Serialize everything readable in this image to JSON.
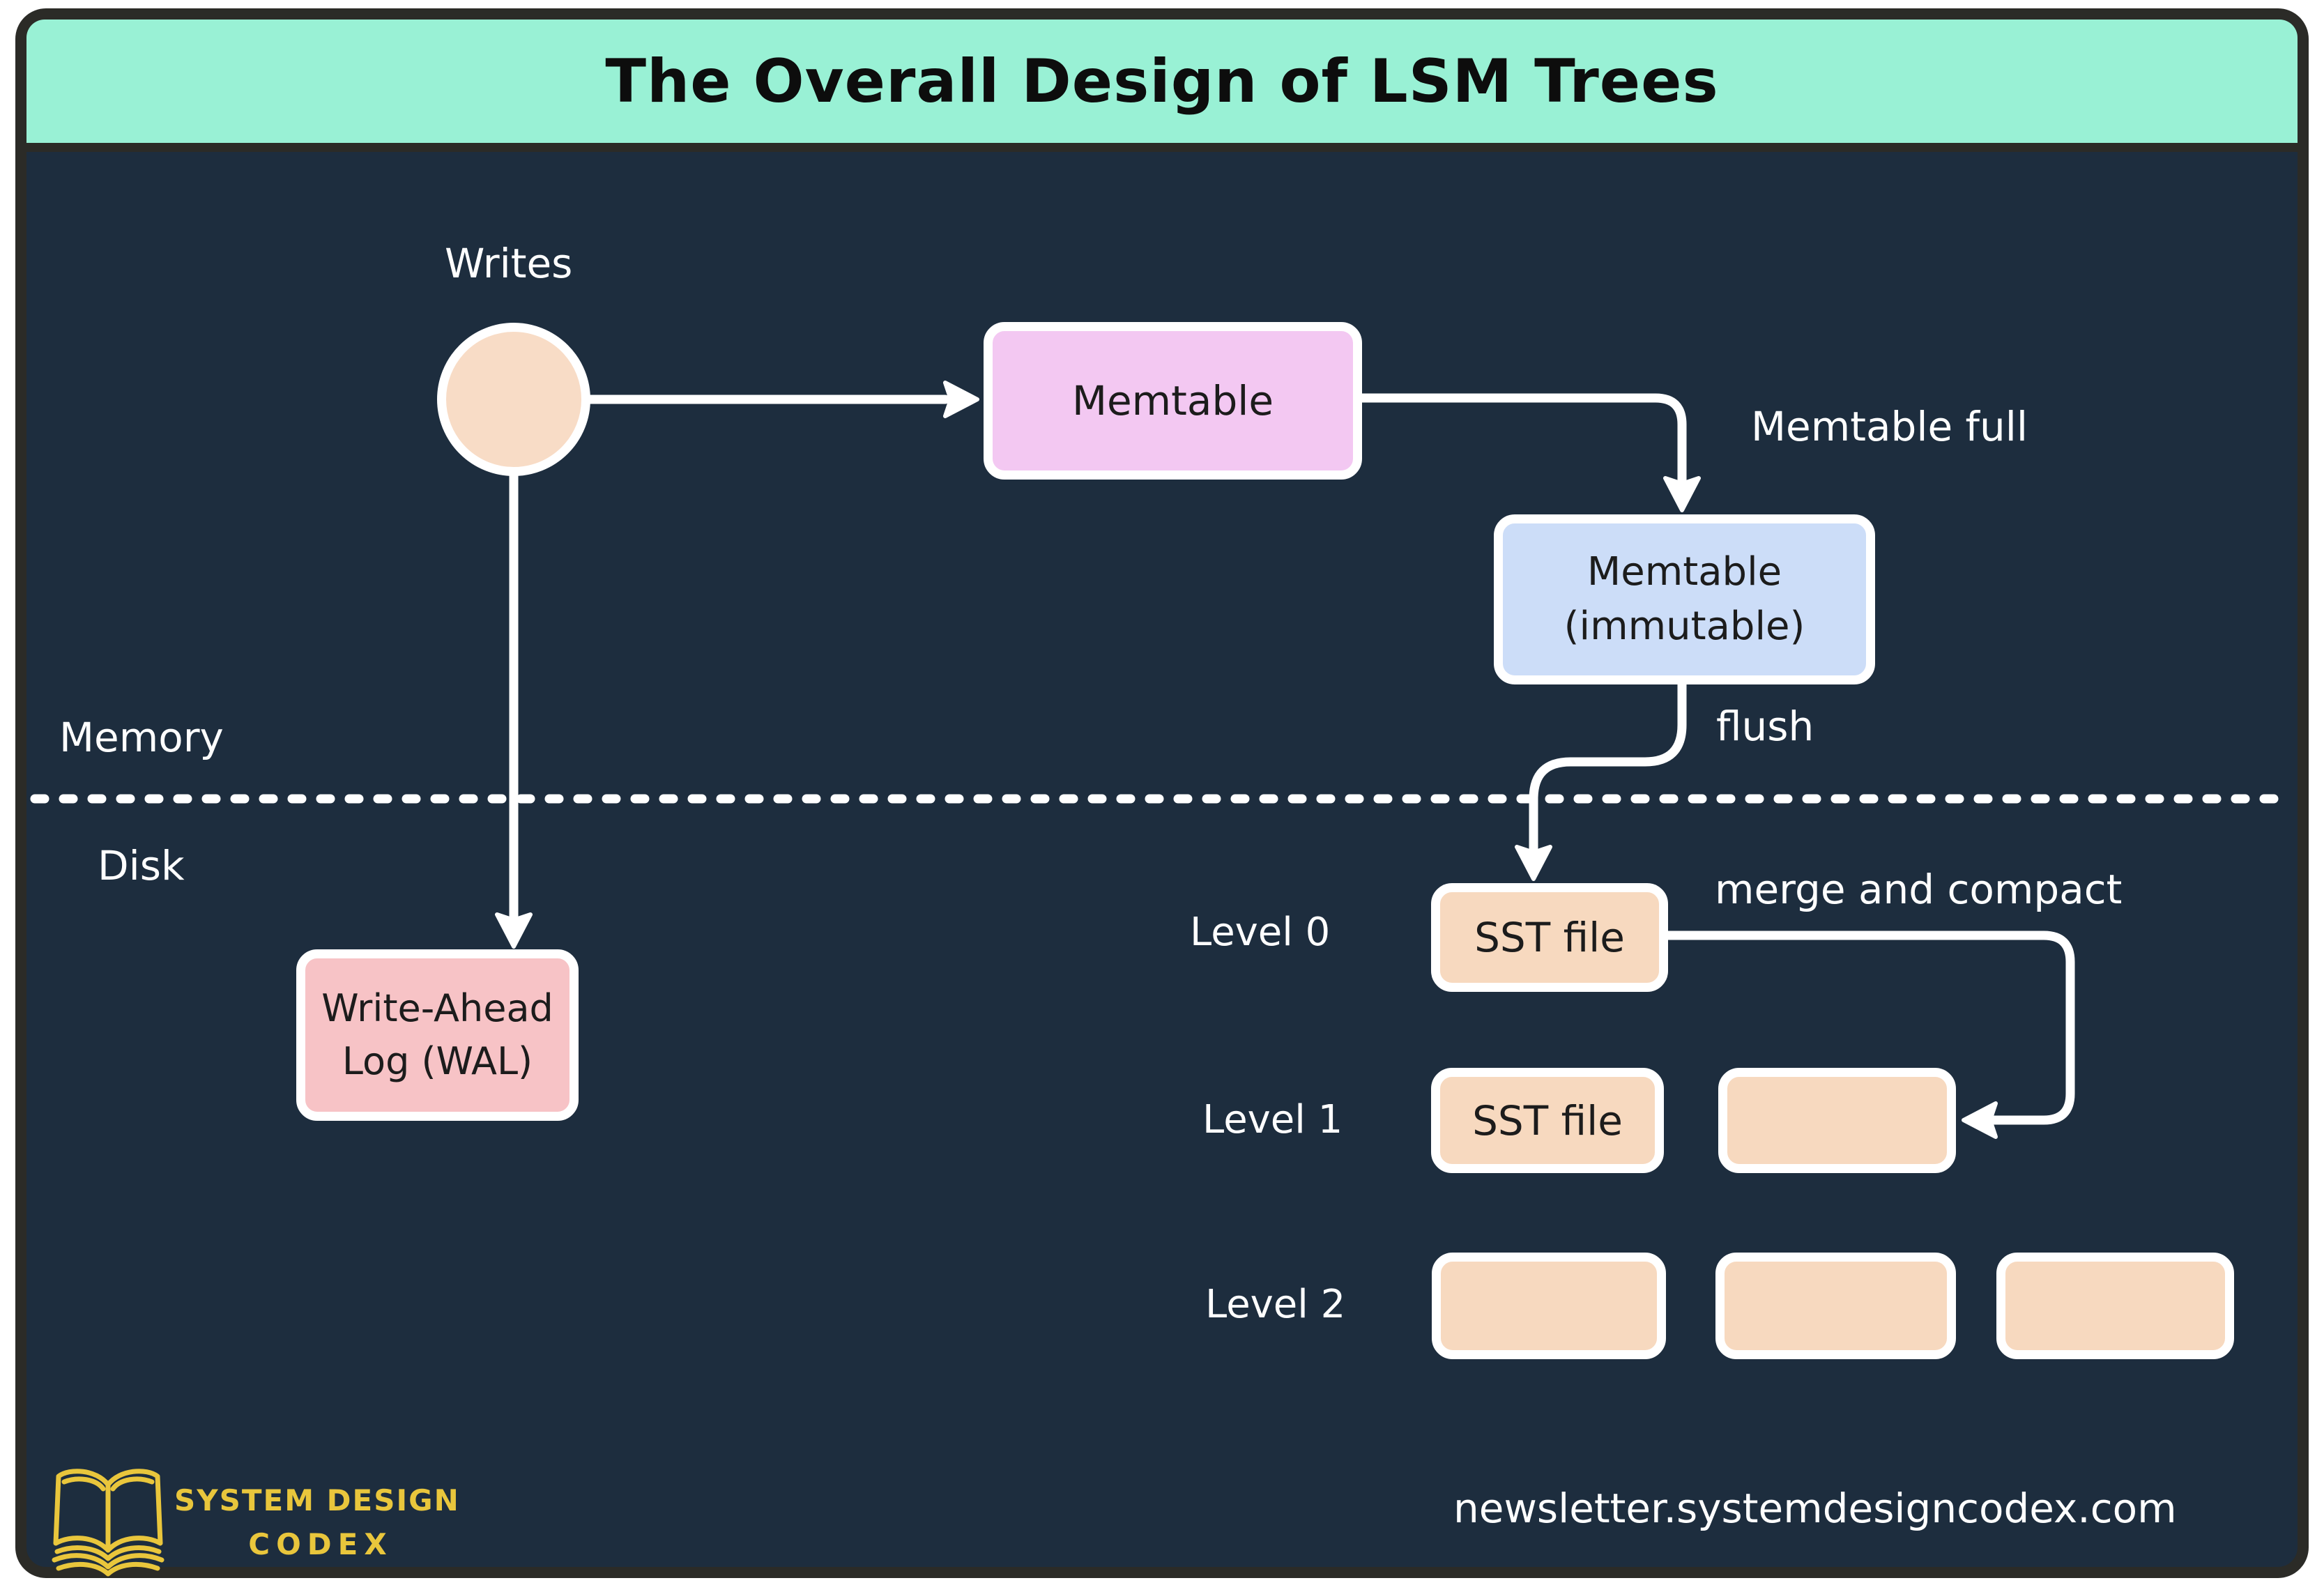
{
  "title": "The Overall Design of LSM Trees",
  "regions": {
    "memory": "Memory",
    "disk": "Disk"
  },
  "annotations": {
    "writes": "Writes",
    "memtable_full": "Memtable full",
    "flush": "flush",
    "merge_and_compact": "merge and compact"
  },
  "nodes": {
    "memtable": {
      "label": "Memtable"
    },
    "memtable_immutable": {
      "line1": "Memtable",
      "line2": "(immutable)"
    },
    "wal": {
      "line1": "Write-Ahead",
      "line2": "Log (WAL)"
    },
    "sst_level0": {
      "label": "SST file"
    },
    "sst_level1": {
      "label": "SST file"
    }
  },
  "levels": [
    {
      "label": "Level 0"
    },
    {
      "label": "Level 1"
    },
    {
      "label": "Level 2"
    }
  ],
  "footer": {
    "brand_line1": "SYSTEM DESIGN",
    "brand_line2": "CODEX",
    "newsletter": "newsletter.systemdesigncodex.com"
  },
  "colors": {
    "bg": "#1d2d3e",
    "card_border": "#2b2b27",
    "titlebar": "#99f1d5",
    "title_text": "#0d0d0d",
    "memtable": "#f3c8f2",
    "immutable": "#ccddf8",
    "wal": "#f7c3c6",
    "sst": "#f7d9bf",
    "circle": "#f8dcc6",
    "line": "#ffffff",
    "label": "#ffffff",
    "node_text": "#1c1c1c",
    "brand": "#e9c63c"
  }
}
